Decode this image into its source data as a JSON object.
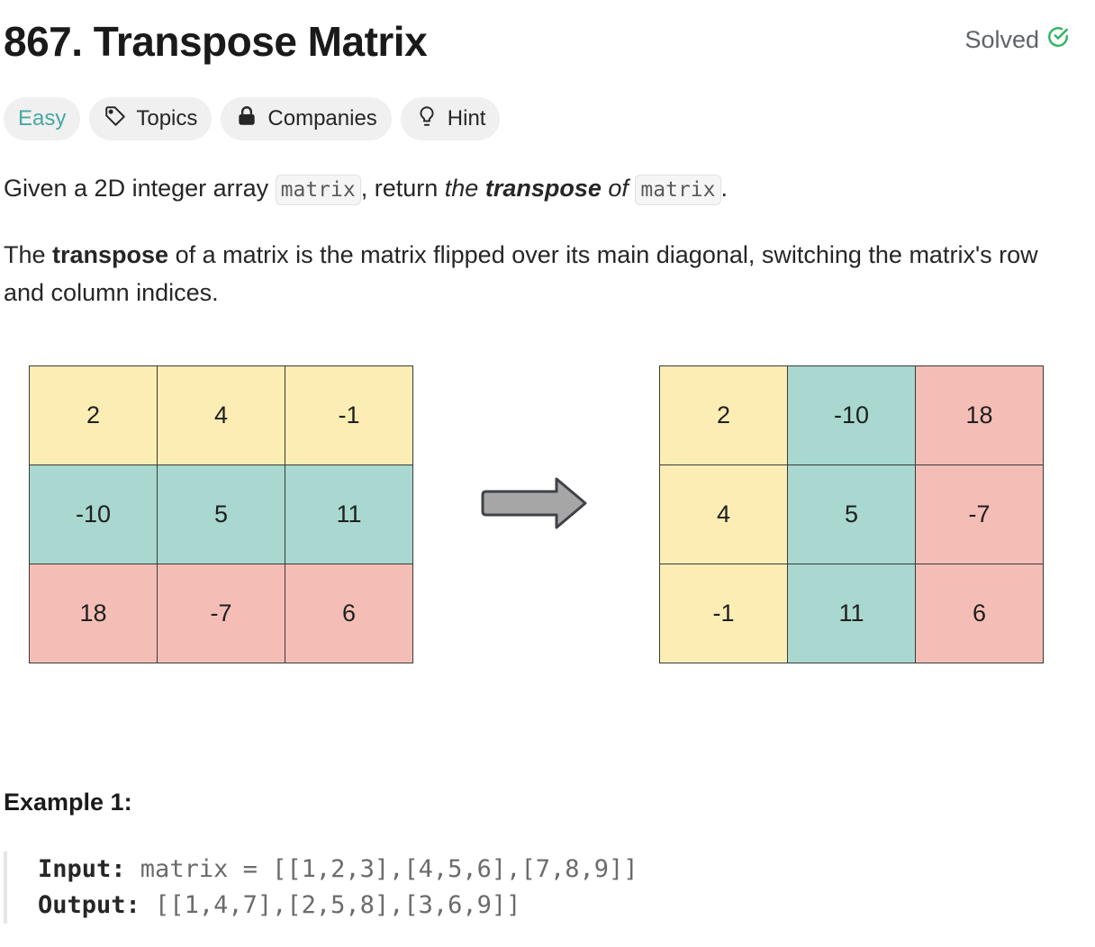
{
  "problem": {
    "title": "867. Transpose Matrix",
    "status": "Solved",
    "status_color": "#2db55d"
  },
  "tags": {
    "difficulty": "Easy",
    "topics": "Topics",
    "companies": "Companies",
    "hint": "Hint"
  },
  "description": {
    "p1_a": "Given a 2D integer array ",
    "p1_code1": "matrix",
    "p1_b": ", return ",
    "p1_c": "the ",
    "p1_d": "transpose",
    "p1_e": " of ",
    "p1_code2": "matrix",
    "p1_f": ".",
    "p2_a": "The ",
    "p2_b": "transpose",
    "p2_c": " of a matrix is the matrix flipped over its main diagonal, switching the matrix's row and column indices."
  },
  "figure": {
    "colors": {
      "yellow": "#fcedb4",
      "teal": "#a8d8cf",
      "pink": "#f4beb6",
      "arrow": "#a6a6a6"
    },
    "left_matrix": [
      [
        "2",
        "4",
        "-1"
      ],
      [
        "-10",
        "5",
        "11"
      ],
      [
        "18",
        "-7",
        "6"
      ]
    ],
    "right_matrix": [
      [
        "2",
        "-10",
        "18"
      ],
      [
        "4",
        "5",
        "-7"
      ],
      [
        "-1",
        "11",
        "6"
      ]
    ]
  },
  "example1": {
    "heading": "Example 1:",
    "input_label": "Input:",
    "input_value": " matrix = [[1,2,3],[4,5,6],[7,8,9]]",
    "output_label": "Output:",
    "output_value": " [[1,4,7],[2,5,8],[3,6,9]]"
  }
}
